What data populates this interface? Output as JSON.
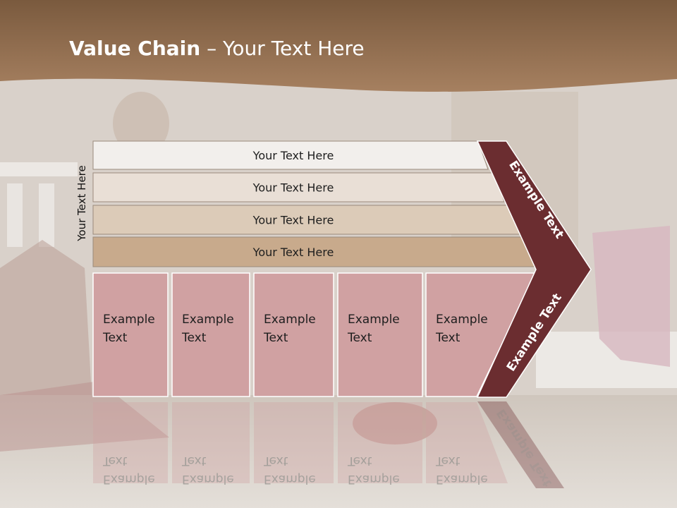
{
  "title": {
    "bold": "Value Chain",
    "rest": " – Your Text Here"
  },
  "side_label": "Your Text Here",
  "bars": [
    {
      "label": "Your Text Here",
      "color": "#f2efec"
    },
    {
      "label": "Your Text Here",
      "color": "#e9dfd6"
    },
    {
      "label": "Your Text Here",
      "color": "#dccbb8"
    },
    {
      "label": "Your Text Here",
      "color": "#c8aa8c"
    }
  ],
  "boxes": [
    {
      "line1": "Example",
      "line2": "Text"
    },
    {
      "line1": "Example",
      "line2": "Text"
    },
    {
      "line1": "Example",
      "line2": "Text"
    },
    {
      "line1": "Example",
      "line2": "Text"
    },
    {
      "line1": "Example",
      "line2": "Text"
    }
  ],
  "chevron": {
    "upper_label": "Example Text",
    "lower_label": "Example Text",
    "color": "#6b2d30"
  },
  "colors": {
    "header": "#9a7454",
    "box_fill": "#d0a1a2",
    "box_border": "#ffffff"
  }
}
